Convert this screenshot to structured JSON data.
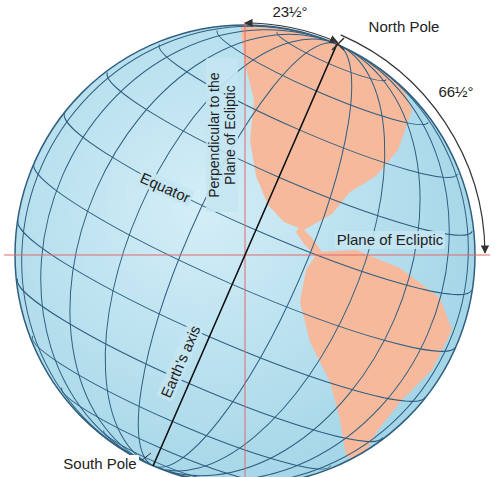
{
  "diagram": {
    "labels": [
      "23½°",
      "North Pole",
      "66½°",
      "Perpendicular to the Plane of Ecliptic",
      "Equator",
      "Plane of Ecliptic",
      "Earth's axis",
      "South Pole"
    ]
  }
}
